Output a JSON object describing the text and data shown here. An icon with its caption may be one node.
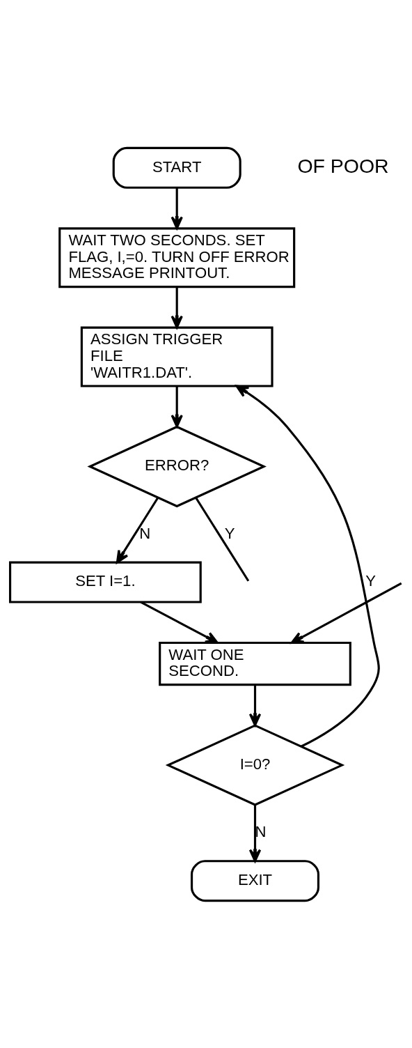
{
  "diagram": {
    "nodes": [
      {
        "text": [
          "START"
        ]
      },
      {
        "text": [
          "WAIT TWO SECONDS. SET FLAG, I,=0. TURN OFF ERROR MESSAGE PRINTOUT."
        ]
      },
      {
        "text": [
          "ASSIGN TRIGGER FILE 'WAITR1.DAT'."
        ]
      },
      {
        "text": [
          "ERROR?"
        ]
      },
      {
        "text": [
          "SET I=1."
        ]
      },
      {
        "text": [
          "WAIT ONE SECOND."
        ]
      },
      {
        "text": [
          "I=0?"
        ]
      },
      {
        "text": [
          "EXIT"
        ]
      }
    ],
    "edges": [
      {
        "from": 0,
        "to": 1,
        "arrow": "to"
      },
      {
        "from": 1,
        "to": 2,
        "arrow": "to"
      },
      {
        "from": 2,
        "to": 3,
        "arrow": "to"
      },
      {
        "from": 3,
        "to": null,
        "arrow": "none",
        "label": "Y"
      },
      {
        "from": 3,
        "to": 4,
        "arrow": "to",
        "label": "N"
      },
      {
        "from": 4,
        "to": 5,
        "arrow": "to"
      },
      {
        "from": null,
        "to": 5,
        "arrow": "to"
      },
      {
        "from": 5,
        "to": 6,
        "arrow": "to"
      },
      {
        "from": 6,
        "to": 2,
        "arrow": "to",
        "label": "Y"
      },
      {
        "from": 6,
        "to": 7,
        "arrow": "to",
        "label": "N"
      }
    ],
    "labels": [
      "OF POOR"
    ]
  }
}
